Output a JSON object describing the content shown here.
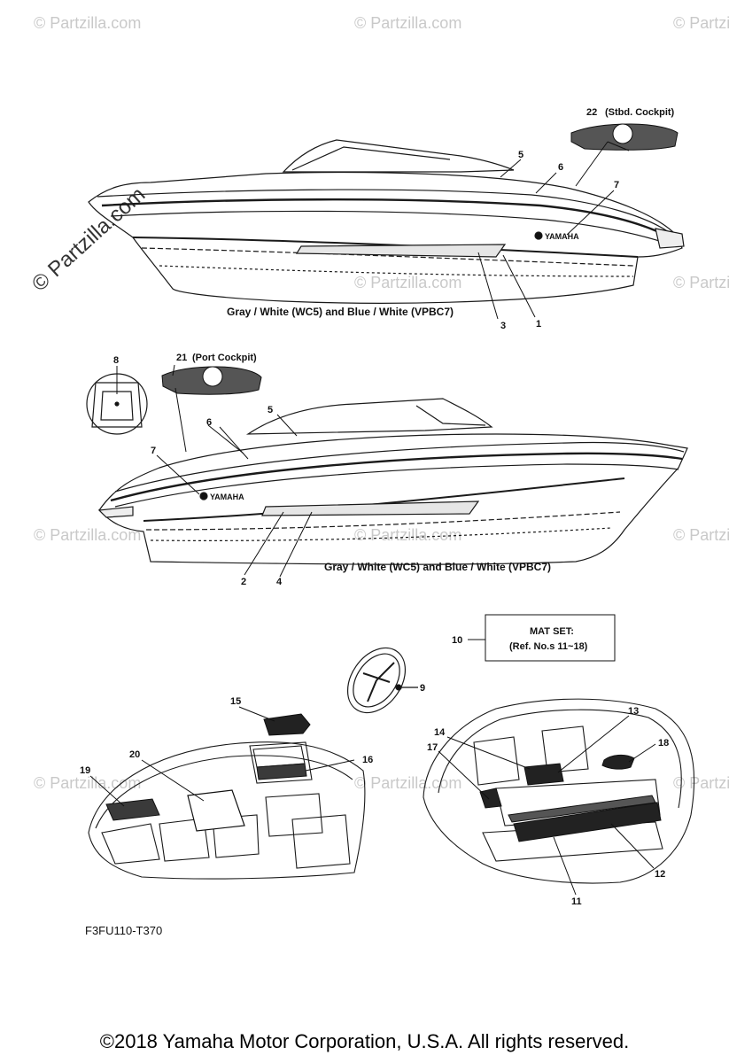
{
  "watermark": {
    "symbol": "©",
    "text": "Partzilla.com",
    "diagonal": "© Partzilla.com"
  },
  "views": {
    "starboard": {
      "caption": "Gray / White (WC5) and Blue / White (VPBC7)",
      "badge_text": "YAMAHA",
      "cockpit_label": "(Stbd. Cockpit)",
      "callouts": [
        "22",
        "5",
        "6",
        "7",
        "3",
        "1"
      ]
    },
    "port": {
      "caption": "Gray / White (WC5) and Blue / White (VPBC7)",
      "badge_text": "YAMAHA",
      "cockpit_label": "(Port Cockpit)",
      "callouts": [
        "8",
        "21",
        "5",
        "6",
        "7",
        "2",
        "4"
      ]
    },
    "mat_set": {
      "number": "10",
      "title": "MAT SET:",
      "ref": "(Ref. No.s 11~18)"
    },
    "interior": {
      "callouts": [
        "9",
        "15",
        "16",
        "19",
        "20",
        "13",
        "14",
        "17",
        "18",
        "12",
        "11"
      ]
    }
  },
  "reference_code": "F3FU110-T370",
  "copyright": "©2018  Yamaha Motor Corporation, U.S.A. All rights reserved.",
  "colors": {
    "line": "#1a1a1a",
    "decal_fill": "#555555",
    "watermark": "#c9c9c9"
  }
}
